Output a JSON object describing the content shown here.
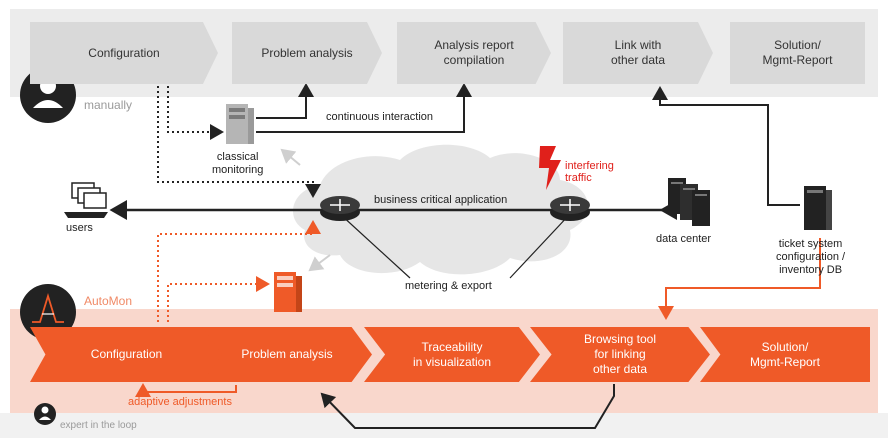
{
  "manual": {
    "persona_label": "manually",
    "steps": [
      "Configuration",
      "Problem analysis",
      "Analysis report\ncompilation",
      "Link with\nother data",
      "Solution/\nMgmt-Report"
    ]
  },
  "automon": {
    "persona_label": "AutoMon",
    "steps": [
      "Configuration",
      "Problem analysis",
      "Traceability\nin visualization",
      "Browsing tool\nfor linking\nother data",
      "Solution/\nMgmt-Report"
    ],
    "adaptive_label": "adaptive adjustments",
    "expert_label": "expert in the loop"
  },
  "network": {
    "continuous_interaction": "continuous interaction",
    "classical_monitoring": "classical\nmonitoring",
    "business_app": "business critical application",
    "interfering_traffic": "interfering\ntraffic",
    "users": "users",
    "data_center": "data center",
    "ticket_system": "ticket system\nconfiguration /\ninventory DB",
    "metering_export": "metering & export"
  },
  "colors": {
    "orange": "#ef5a28",
    "grey_chevron": "#d9d9d9",
    "dark_line": "#222222",
    "lightning": "#e0201b"
  }
}
